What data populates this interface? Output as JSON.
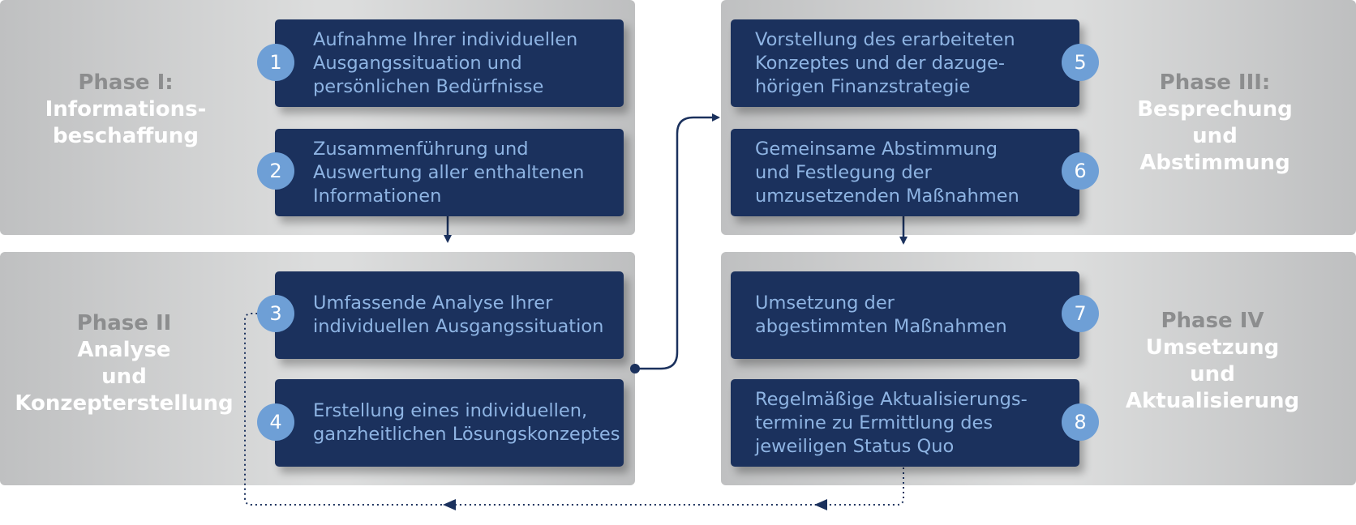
{
  "phases": [
    {
      "label": "Phase I:",
      "name": "Informations-\nbeschaffung"
    },
    {
      "label": "Phase II",
      "name": "Analyse\nund\nKonzepterstellung"
    },
    {
      "label": "Phase III:",
      "name": "Besprechung\nund\nAbstimmung"
    },
    {
      "label": "Phase IV",
      "name": "Umsetzung\nund\nAktualisierung"
    }
  ],
  "steps": [
    {
      "number": "1",
      "text": "Aufnahme Ihrer individuellen\nAusgangssituation und\npersönlichen Bedürfnisse"
    },
    {
      "number": "2",
      "text": "Zusammenführung und\nAuswertung aller enthaltenen\nInformationen"
    },
    {
      "number": "3",
      "text": "Umfassende Analyse Ihrer\nindividuellen Ausgangssituation"
    },
    {
      "number": "4",
      "text": "Erstellung eines individuellen,\nganzheitlichen Lösungskonzeptes"
    },
    {
      "number": "5",
      "text": "Vorstellung des erarbeiteten\nKonzeptes und der dazuge-\nhörigen Finanzstrategie"
    },
    {
      "number": "6",
      "text": "Gemeinsame Abstimmung\nund Festlegung der\numzusetzenden Maßnahmen"
    },
    {
      "number": "7",
      "text": "Umsetzung der\nabgestimmten Maßnahmen"
    },
    {
      "number": "8",
      "text": "Regelmäßige Aktualisierungs-\ntermine zu Ermittlung des\njeweiligen Status Quo"
    }
  ],
  "colors": {
    "step_box": "#1b315d",
    "step_text": "#8eb4e3",
    "badge": "#6e9fd6",
    "phase_label": "#8c8d8e",
    "phase_name": "#ffffff",
    "connector": "#1b315d"
  }
}
